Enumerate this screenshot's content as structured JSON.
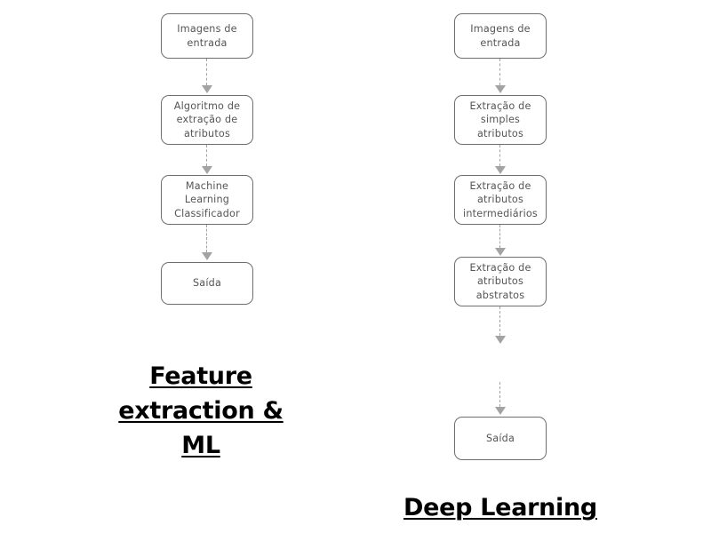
{
  "diagram": {
    "title_left": "Feature extraction & ML",
    "title_right": "Deep Learning",
    "background_color": "#ffffff",
    "box_border_color": "#6e6e6e",
    "box_text_color": "#555555",
    "arrow_color": "#a3a3a3",
    "caption_color": "#000000",
    "left_pipeline": {
      "caption_lines": [
        "Feature",
        "extraction &",
        "ML"
      ],
      "nodes": [
        {
          "id": "left-node-1",
          "label": "Imagens de\nentrada"
        },
        {
          "id": "left-node-2",
          "label": "Algoritmo de\nextração de\natributos"
        },
        {
          "id": "left-node-3",
          "label": "Machine\nLearning\nClassificador"
        },
        {
          "id": "left-node-4",
          "label": "Saída"
        }
      ],
      "connectors": [
        {
          "id": "left-arrow-1",
          "from": "left-node-1",
          "to": "left-node-2",
          "style": "dashed"
        },
        {
          "id": "left-arrow-2",
          "from": "left-node-2",
          "to": "left-node-3",
          "style": "dashed"
        },
        {
          "id": "left-arrow-3",
          "from": "left-node-3",
          "to": "left-node-4",
          "style": "dashed"
        }
      ]
    },
    "right_pipeline": {
      "caption_lines": [
        "Deep Learning"
      ],
      "nodes": [
        {
          "id": "right-node-1",
          "label": "Imagens de\nentrada"
        },
        {
          "id": "right-node-2",
          "label": "Extração de\nsimples\natributos"
        },
        {
          "id": "right-node-3",
          "label": "Extração de\natributos\nintermediários"
        },
        {
          "id": "right-node-4",
          "label": "Extração de\natributos\nabstratos"
        },
        {
          "id": "right-node-5",
          "label": "Saída"
        }
      ],
      "connectors": [
        {
          "id": "right-arrow-1",
          "from": "right-node-1",
          "to": "right-node-2",
          "style": "dashed"
        },
        {
          "id": "right-arrow-2",
          "from": "right-node-2",
          "to": "right-node-3",
          "style": "dashed"
        },
        {
          "id": "right-arrow-3",
          "from": "right-node-3",
          "to": "right-node-4",
          "style": "dashed"
        },
        {
          "id": "right-arrow-4",
          "from": "right-node-4",
          "to": "omitted-layers",
          "style": "dashed"
        },
        {
          "id": "right-arrow-5",
          "from": "omitted-layers",
          "to": "right-node-5",
          "style": "dashed"
        }
      ]
    }
  }
}
